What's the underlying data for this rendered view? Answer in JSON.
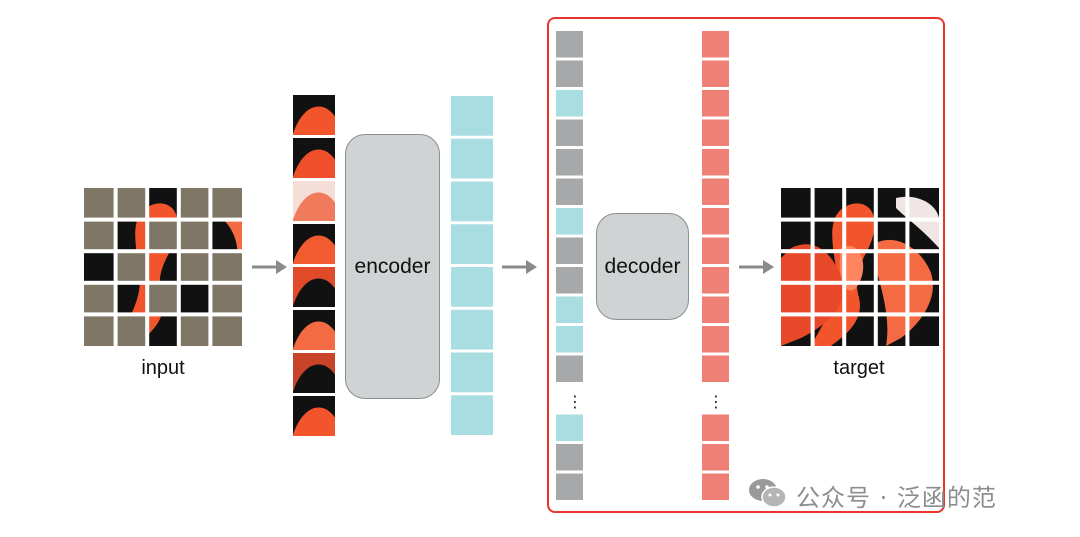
{
  "labels": {
    "input": "input",
    "encoder": "encoder",
    "decoder": "decoder",
    "target": "target",
    "ellipsis": "⋮"
  },
  "watermark": {
    "text": "公众号 · 泛函的范",
    "icon": "wechat-icon"
  },
  "colors": {
    "mask_gray": "#7f7666",
    "token_cyan": "#a8dde1",
    "token_gray": "#a6a8aa",
    "token_red": "#ee8076",
    "box_fill": "#d0d3d4",
    "highlight_border": "#e8362a",
    "arrow": "#8a8a8a",
    "flamingo_orange": "#f2552c",
    "background_black": "#111111"
  },
  "decoder_input_sequence": [
    "gray",
    "gray",
    "cyan",
    "gray",
    "gray",
    "gray",
    "cyan",
    "gray",
    "gray",
    "cyan",
    "cyan",
    "gray",
    "ellipsis",
    "cyan",
    "gray",
    "gray"
  ],
  "visible_patch_count": 8,
  "encoder_output_count": 8,
  "decoder_output_count": 16
}
